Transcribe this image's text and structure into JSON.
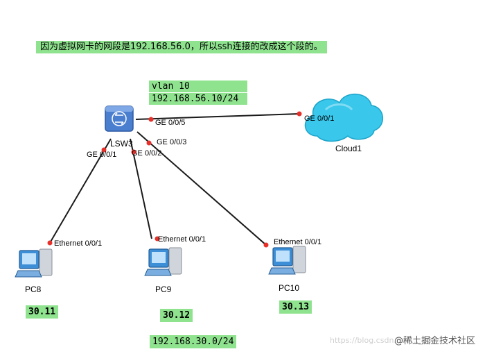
{
  "note": "因为虚拟网卡的网段是192.168.56.0，所以ssh连接的改成这个段的。",
  "vlan_label": "vlan 10",
  "vlan_ip": "192.168.56.10/24",
  "switch_name": "LSW3",
  "cloud_name": "Cloud1",
  "ports": {
    "sw_ge005": "GE 0/0/5",
    "sw_ge003": "GE 0/0/3",
    "sw_ge001": "GE 0/0/1",
    "sw_ge002": "GE 0/0/2",
    "cloud_ge001": "GE 0/0/1",
    "pc8_eth": "Ethernet 0/0/1",
    "pc9_eth": "Ethernet 0/0/1",
    "pc10_eth": "Ethernet 0/0/1"
  },
  "pcs": [
    {
      "name": "PC8",
      "ip": "30.11"
    },
    {
      "name": "PC9",
      "ip": "30.12"
    },
    {
      "name": "PC10",
      "ip": "30.13"
    }
  ],
  "subnet": "192.168.30.0/24",
  "watermark": "@稀土掘金技术社区",
  "watermark_faint": "https://blog.csdn.net/..._35",
  "colors": {
    "highlight": "#8fe38f",
    "port_dot": "#e8302a",
    "link": "#1a1a1a",
    "switch_blue": "#4a7fd0",
    "cloud_cyan": "#39c7ec",
    "pc_blue": "#3c8fd6"
  }
}
